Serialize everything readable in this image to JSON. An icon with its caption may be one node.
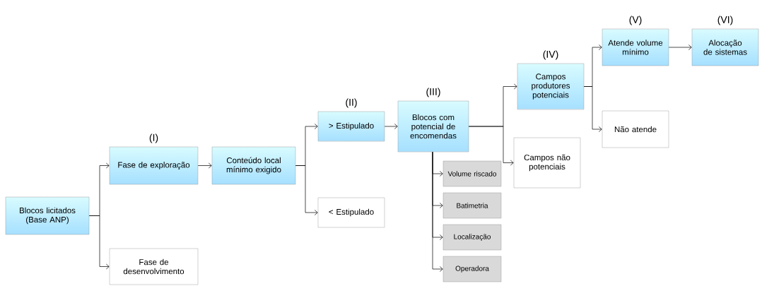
{
  "diagram": {
    "nodes": [
      {
        "text": [
          "Blocos licitados (Base ANP)"
        ]
      },
      {
        "text": [
          "Fase de exploração"
        ],
        "beside": [
          "(I)"
        ]
      },
      {
        "text": [
          "Fase de desenvolvimento"
        ]
      },
      {
        "text": [
          "Conteúdo local mínimo exigido"
        ]
      },
      {
        "text": [
          "> Estipulado"
        ],
        "beside": [
          "(II)"
        ]
      },
      {
        "text": [
          "< Estipulado"
        ]
      },
      {
        "text": [
          "Blocos com potencial de encomendas"
        ],
        "beside": [
          "(III)"
        ]
      },
      {
        "text": [
          "Volume riscado"
        ]
      },
      {
        "text": [
          "Batimetria"
        ]
      },
      {
        "text": [
          "Localização"
        ]
      },
      {
        "text": [
          "Operadora"
        ]
      },
      {
        "text": [
          "Campos não potenciais"
        ]
      },
      {
        "text": [
          "Campos produtores potenciais"
        ],
        "beside": [
          "(IV)"
        ]
      },
      {
        "text": [
          "Não atende"
        ]
      },
      {
        "text": [
          "Atende volume mínimo"
        ],
        "beside": [
          "(V)"
        ]
      },
      {
        "text": [
          "Alocação de sistemas"
        ],
        "beside": [
          "(VI)"
        ]
      }
    ],
    "edges": [
      {
        "from": 0,
        "to": 1,
        "arrow": "to"
      },
      {
        "from": 0,
        "to": 2,
        "arrow": "to"
      },
      {
        "from": 1,
        "to": 3,
        "arrow": "to"
      },
      {
        "from": 3,
        "to": 4,
        "arrow": "to"
      },
      {
        "from": 3,
        "to": 5,
        "arrow": "to"
      },
      {
        "from": 4,
        "to": 6,
        "arrow": "to"
      },
      {
        "from": 6,
        "to": 7,
        "arrow": "to"
      },
      {
        "from": 6,
        "to": 8,
        "arrow": "to"
      },
      {
        "from": 6,
        "to": 9,
        "arrow": "to"
      },
      {
        "from": 6,
        "to": 10,
        "arrow": "to"
      },
      {
        "from": 6,
        "to": 12,
        "arrow": "to"
      },
      {
        "from": 6,
        "to": 11,
        "arrow": "to"
      },
      {
        "from": 12,
        "to": 14,
        "arrow": "to"
      },
      {
        "from": 12,
        "to": 13,
        "arrow": "to"
      },
      {
        "from": 14,
        "to": 15,
        "arrow": "to"
      }
    ]
  }
}
